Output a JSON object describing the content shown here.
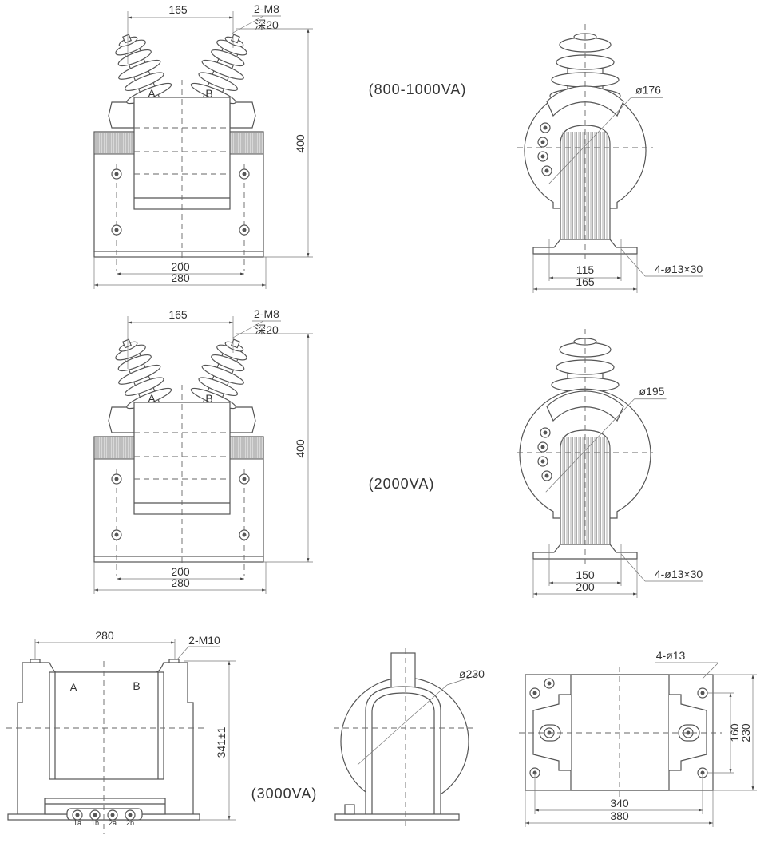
{
  "views": {
    "va800": {
      "title": "(800-1000VA)",
      "front": {
        "dim_top": "165",
        "thread": "2-M8",
        "depth": "深20",
        "terminal_a": "A",
        "terminal_b": "B",
        "dim_height": "400",
        "dim_inner": "200",
        "dim_outer": "280"
      },
      "side": {
        "diameter": "ø176",
        "dim_inner": "115",
        "dim_outer": "165",
        "holes": "4-ø13×30"
      }
    },
    "va2000": {
      "title": "(2000VA)",
      "front": {
        "dim_top": "165",
        "thread": "2-M8",
        "depth": "深20",
        "terminal_a": "A",
        "terminal_b": "B",
        "dim_height": "400",
        "dim_inner": "200",
        "dim_outer": "280"
      },
      "side": {
        "diameter": "ø195",
        "dim_inner": "150",
        "dim_outer": "200",
        "holes": "4-ø13×30"
      }
    },
    "va3000": {
      "title": "(3000VA)",
      "front": {
        "dim_top": "280",
        "thread": "2-M10",
        "terminal_a": "A",
        "terminal_b": "B",
        "dim_height": "341±1",
        "secondary_terminals": [
          "1a",
          "1b",
          "2a",
          "2b"
        ]
      },
      "side": {
        "diameter": "ø230"
      },
      "bottom": {
        "holes": "4-ø13",
        "dim_inner_v": "160",
        "dim_outer_v": "230",
        "dim_inner_h": "340",
        "dim_outer_h": "380"
      }
    }
  },
  "colors": {
    "line": "#555555",
    "fill": "#d8d8d8",
    "background": "#ffffff"
  }
}
